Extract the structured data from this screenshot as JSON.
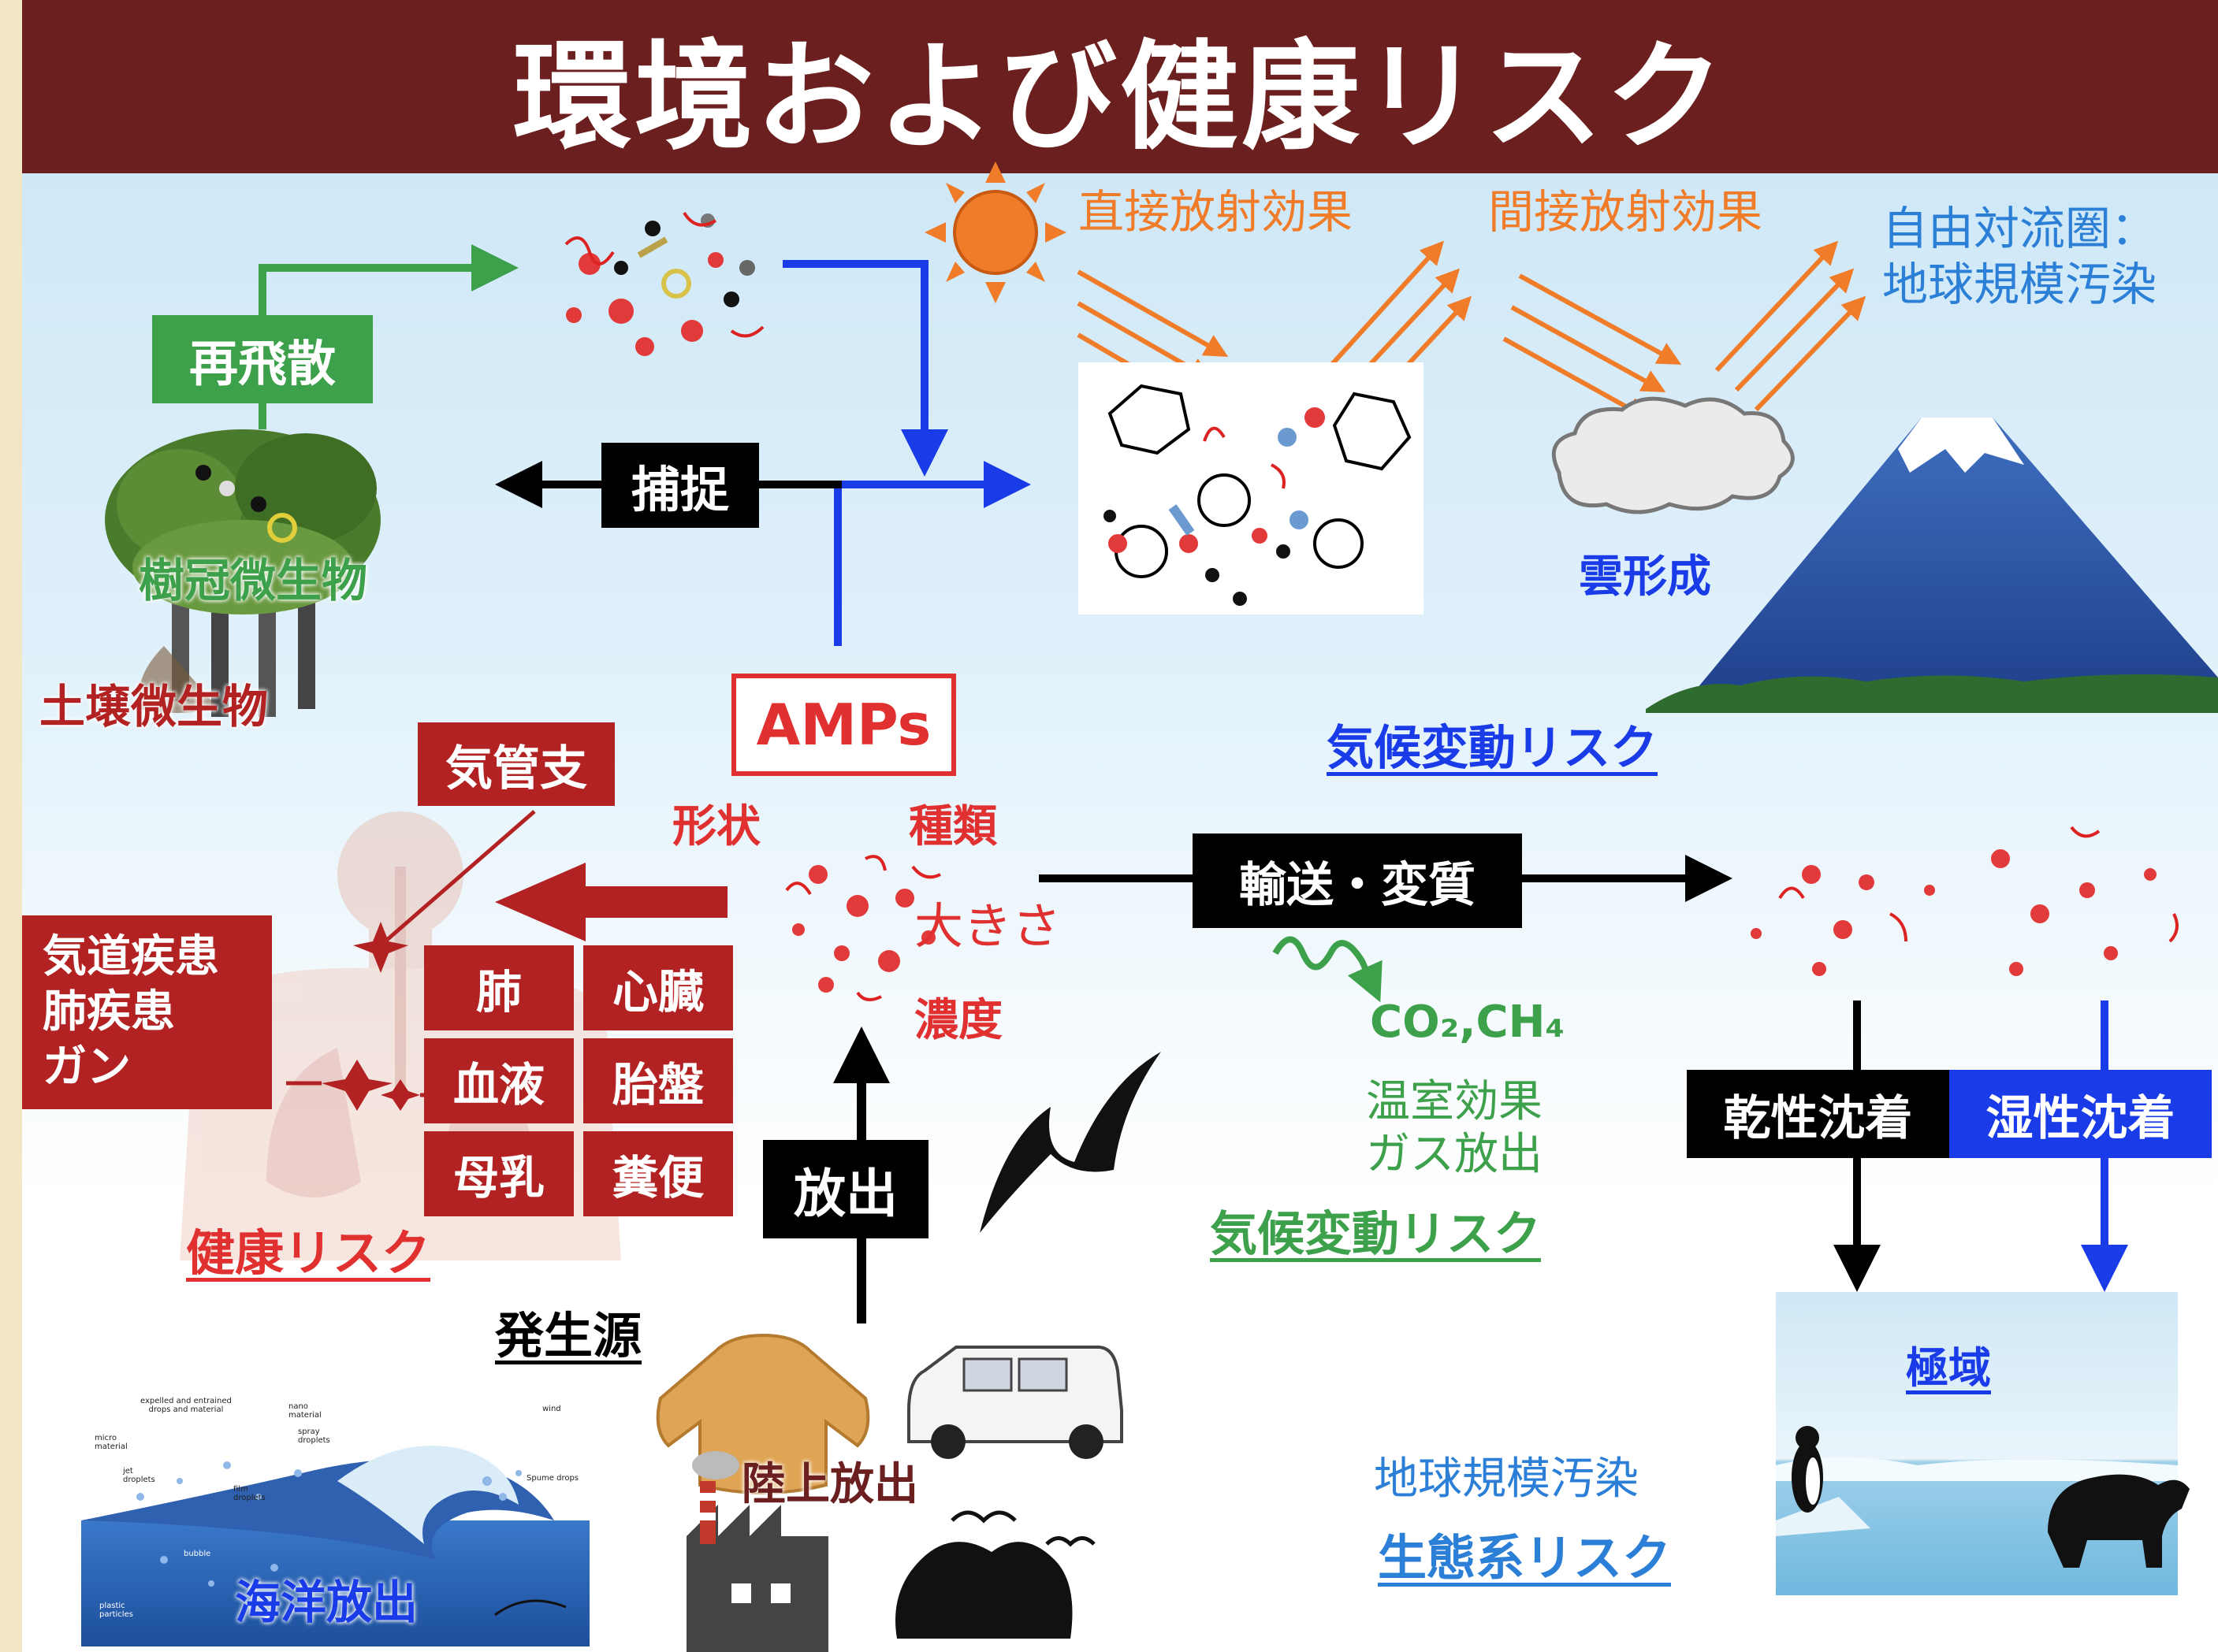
{
  "title": "環境および健康リスク",
  "colors": {
    "header": "#6b1f1f",
    "red": "#e03030",
    "darkred": "#b32222",
    "green": "#3da04a",
    "blue": "#1a3be8",
    "orange": "#f07c2a",
    "black": "#000000",
    "lightblue": "#2b7fd6"
  },
  "atmosphere": {
    "resuspension": "再飛散",
    "capture": "捕捉",
    "canopy_microbes": "樹冠微生物",
    "soil_microbes": "土壌微生物",
    "direct_radiative": "直接放射効果",
    "indirect_radiative": "間接放射効果",
    "free_troposphere": "自由対流圏：\n地球規模汚染",
    "cloud_formation": "雲形成",
    "climate_risk_top": "気候変動リスク",
    "amps": "AMPs"
  },
  "health": {
    "bronchi": "気管支",
    "diseases": "気道疾患\n肺疾患\nガン",
    "organs": [
      "肺",
      "心臓",
      "血液",
      "胎盤",
      "母乳",
      "糞便"
    ],
    "risk": "健康リスク"
  },
  "particles": {
    "shape": "形状",
    "type": "種類",
    "size": "大きさ",
    "concentration": "濃度",
    "emission": "放出",
    "transport": "輸送・変質"
  },
  "ghg": {
    "co2_ch4": "CO₂,CH₄",
    "greenhouse": "温室効果\nガス放出",
    "climate_risk": "気候変動リスク"
  },
  "deposition": {
    "dry": "乾性沈着",
    "wet": "湿性沈着",
    "polar": "極域",
    "global_pollution": "地球規模汚染",
    "ecosystem_risk": "生態系リスク"
  },
  "sources": {
    "title": "発生源",
    "land": "陸上放出",
    "ocean": "海洋放出",
    "ocean_labels": [
      "expelled and entrained\ndrops and material",
      "nano\nmaterial",
      "spray\ndroplets",
      "wind",
      "micro\nmaterial",
      "jet\ndroplets",
      "film\ndroplets",
      "Spume drops",
      "bubble",
      "plastic\nparticles"
    ]
  },
  "icons": [
    "sun-icon",
    "tree-icon",
    "mountain-icon",
    "cloud-icon",
    "human-silhouette-icon",
    "bird-icon",
    "sweater-icon",
    "car-icon",
    "factory-icon",
    "garbage-icon",
    "wave-icon",
    "penguin-icon",
    "polar-bear-icon"
  ]
}
